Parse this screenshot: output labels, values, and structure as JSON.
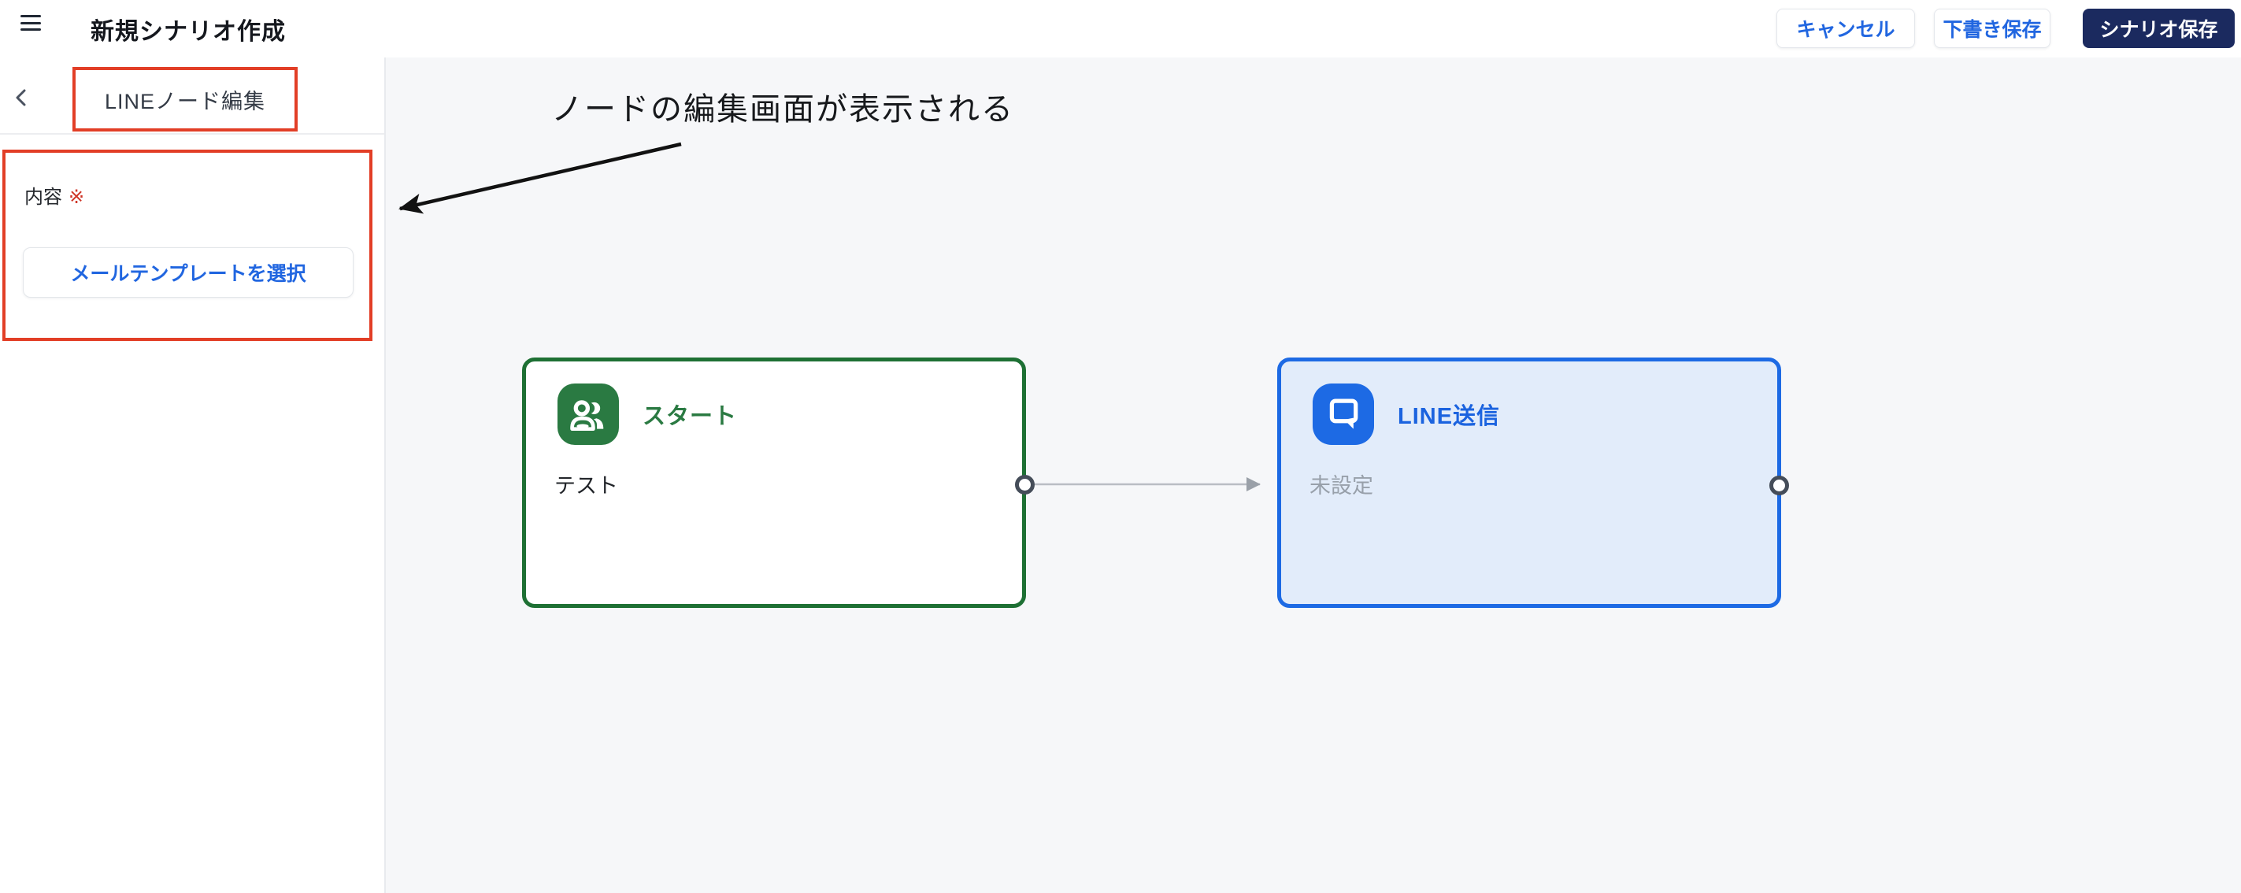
{
  "topbar": {
    "title": "新規シナリオ作成",
    "cancel_label": "キャンセル",
    "draft_label": "下書き保存",
    "save_label": "シナリオ保存"
  },
  "sidebar": {
    "panel_title": "LINEノード編集",
    "content_label": "内容",
    "required_mark": "※",
    "template_button_label": "メールテンプレートを選択"
  },
  "annotation": {
    "text": "ノードの編集画面が表示される"
  },
  "canvas": {
    "nodes": [
      {
        "id": "start",
        "title": "スタート",
        "subtitle": "テスト",
        "icon": "group-icon",
        "accent": "#2a7a42"
      },
      {
        "id": "line-send",
        "title": "LINE送信",
        "subtitle": "未設定",
        "icon": "chat-bubble-icon",
        "accent": "#1d6ae4"
      }
    ],
    "edge": {
      "from": "start",
      "to": "line-send"
    }
  },
  "colors": {
    "highlight_red": "#e23e26",
    "button_text_blue": "#2166e0",
    "navy_button": "#1b2a5f",
    "green_accent": "#2a7a42",
    "blue_accent": "#1d6ae4",
    "node_line_bg": "#e2ecfa",
    "canvas_bg": "#f6f7f9",
    "muted_gray": "#98a0aa",
    "edge_gray": "#b9bdc4"
  },
  "icons": {
    "menu": "hamburger-icon",
    "back": "chevron-left-icon",
    "start_node": "group-icon",
    "line_node": "chat-bubble-icon"
  }
}
